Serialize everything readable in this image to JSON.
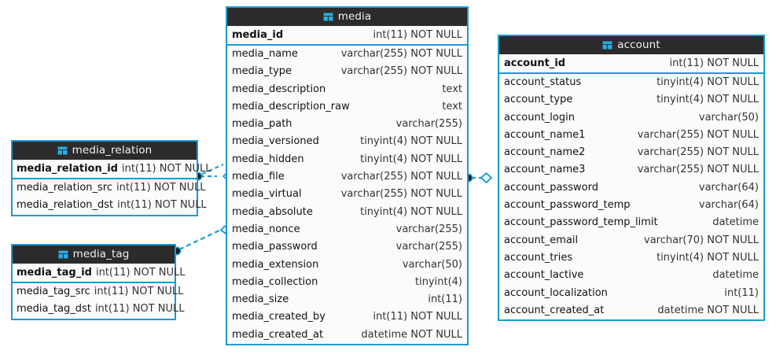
{
  "diagram": {
    "kind": "entity-relationship-diagram",
    "background_color": "#ffffff",
    "accent_color": "#1b9ad6",
    "header_color": "#2b2b2b",
    "header_text_color": "#f2f2f2",
    "row_background": "#fbfbfb",
    "icon_name": "table-icon"
  },
  "entities": {
    "media": {
      "name": "media",
      "icon": "table-icon",
      "primary_keys": [
        {
          "name": "media_id",
          "type": "int(11) NOT NULL"
        }
      ],
      "attributes": [
        {
          "name": "media_name",
          "type": "varchar(255) NOT NULL"
        },
        {
          "name": "media_type",
          "type": "varchar(255) NOT NULL"
        },
        {
          "name": "media_description",
          "type": "text"
        },
        {
          "name": "media_description_raw",
          "type": "text"
        },
        {
          "name": "media_path",
          "type": "varchar(255)"
        },
        {
          "name": "media_versioned",
          "type": "tinyint(4) NOT NULL"
        },
        {
          "name": "media_hidden",
          "type": "tinyint(4) NOT NULL"
        },
        {
          "name": "media_file",
          "type": "varchar(255) NOT NULL"
        },
        {
          "name": "media_virtual",
          "type": "varchar(255) NOT NULL"
        },
        {
          "name": "media_absolute",
          "type": "tinyint(4) NOT NULL"
        },
        {
          "name": "media_nonce",
          "type": "varchar(255)"
        },
        {
          "name": "media_password",
          "type": "varchar(255)"
        },
        {
          "name": "media_extension",
          "type": "varchar(50)"
        },
        {
          "name": "media_collection",
          "type": "tinyint(4)"
        },
        {
          "name": "media_size",
          "type": "int(11)"
        },
        {
          "name": "media_created_by",
          "type": "int(11) NOT NULL"
        },
        {
          "name": "media_created_at",
          "type": "datetime NOT NULL"
        }
      ]
    },
    "account": {
      "name": "account",
      "icon": "table-icon",
      "primary_keys": [
        {
          "name": "account_id",
          "type": "int(11) NOT NULL"
        }
      ],
      "attributes": [
        {
          "name": "account_status",
          "type": "tinyint(4) NOT NULL"
        },
        {
          "name": "account_type",
          "type": "tinyint(4) NOT NULL"
        },
        {
          "name": "account_login",
          "type": "varchar(50)"
        },
        {
          "name": "account_name1",
          "type": "varchar(255) NOT NULL"
        },
        {
          "name": "account_name2",
          "type": "varchar(255) NOT NULL"
        },
        {
          "name": "account_name3",
          "type": "varchar(255) NOT NULL"
        },
        {
          "name": "account_password",
          "type": "varchar(64)"
        },
        {
          "name": "account_password_temp",
          "type": "varchar(64)"
        },
        {
          "name": "account_password_temp_limit",
          "type": "datetime"
        },
        {
          "name": "account_email",
          "type": "varchar(70) NOT NULL"
        },
        {
          "name": "account_tries",
          "type": "tinyint(4) NOT NULL"
        },
        {
          "name": "account_lactive",
          "type": "datetime"
        },
        {
          "name": "account_localization",
          "type": "int(11)"
        },
        {
          "name": "account_created_at",
          "type": "datetime NOT NULL"
        }
      ]
    },
    "media_relation": {
      "name": "media_relation",
      "icon": "table-icon",
      "primary_keys": [
        {
          "name": "media_relation_id",
          "type": "int(11) NOT NULL"
        }
      ],
      "attributes": [
        {
          "name": "media_relation_src",
          "type": "int(11) NOT NULL"
        },
        {
          "name": "media_relation_dst",
          "type": "int(11) NOT NULL"
        }
      ]
    },
    "media_tag": {
      "name": "media_tag",
      "icon": "table-icon",
      "primary_keys": [
        {
          "name": "media_tag_id",
          "type": "int(11) NOT NULL"
        }
      ],
      "attributes": [
        {
          "name": "media_tag_src",
          "type": "int(11) NOT NULL"
        },
        {
          "name": "media_tag_dst",
          "type": "int(11) NOT NULL"
        }
      ]
    }
  },
  "relationships": [
    {
      "id": "rel-media-relation-to-media-a",
      "from": "media_relation",
      "to": "media",
      "style": "dashed",
      "source_marker": "filled-circle",
      "target_marker": "hollow-diamond"
    },
    {
      "id": "rel-media-relation-to-media-b",
      "from": "media_relation",
      "to": "media",
      "style": "dashed",
      "source_marker": "filled-circle",
      "target_marker": "none"
    },
    {
      "id": "rel-media-tag-to-media",
      "from": "media_tag",
      "to": "media",
      "style": "dashed",
      "source_marker": "filled-circle",
      "target_marker": "hollow-diamond"
    },
    {
      "id": "rel-media-to-account",
      "from": "media",
      "to": "account",
      "style": "dashed",
      "source_marker": "filled-circle",
      "target_marker": "hollow-diamond"
    }
  ]
}
